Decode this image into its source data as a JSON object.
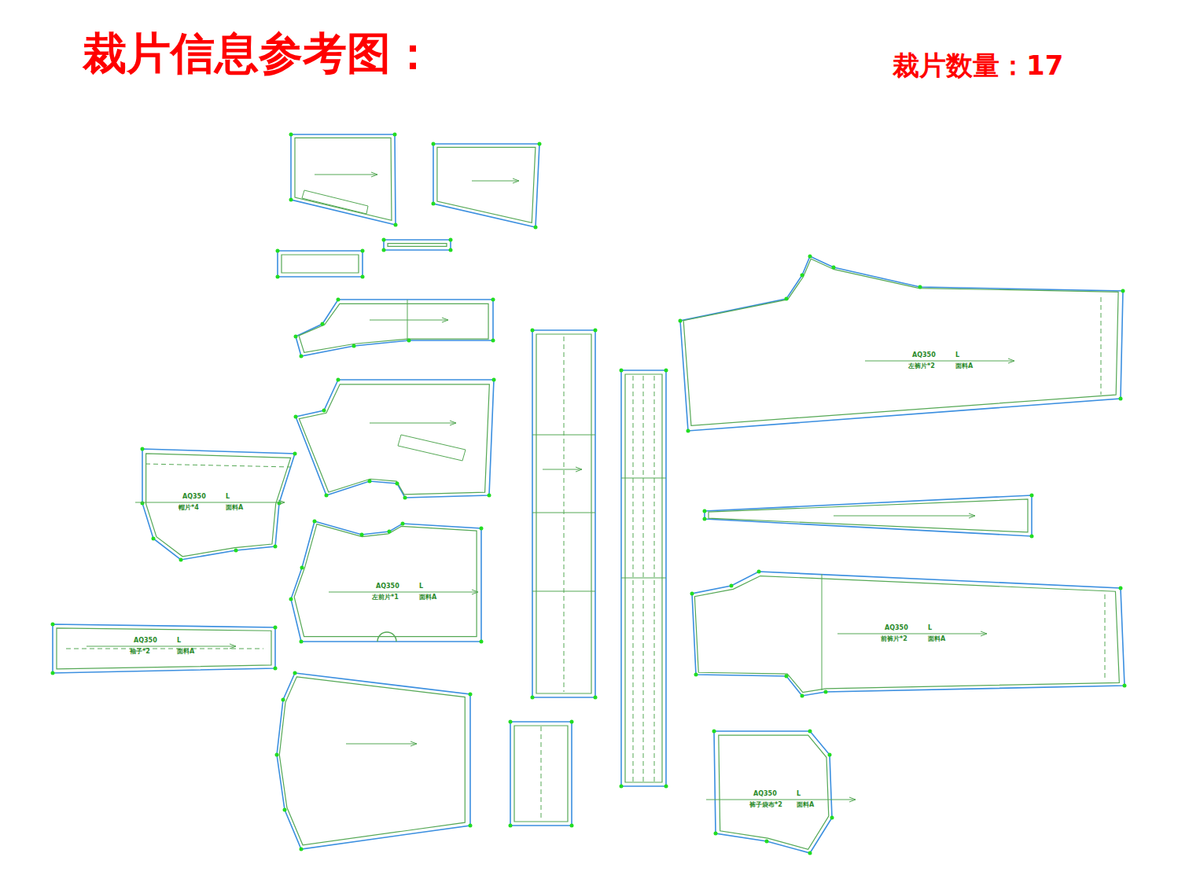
{
  "diagram": {
    "title": "裁片信息参考图：",
    "labels": [
      "裁片数量：17",
      "AQ350",
      "L",
      "帽片*4",
      "面料A",
      "AQ350",
      "L",
      "左前片*1",
      "面料A",
      "AQ350",
      "L",
      "左裤片*2",
      "面料A",
      "AQ350",
      "L",
      "前裤片*2",
      "面料A",
      "AQ350",
      "L",
      "裤子袋布*2",
      "面料A",
      "AQ350",
      "L",
      "袖子*2",
      "面料A"
    ]
  }
}
